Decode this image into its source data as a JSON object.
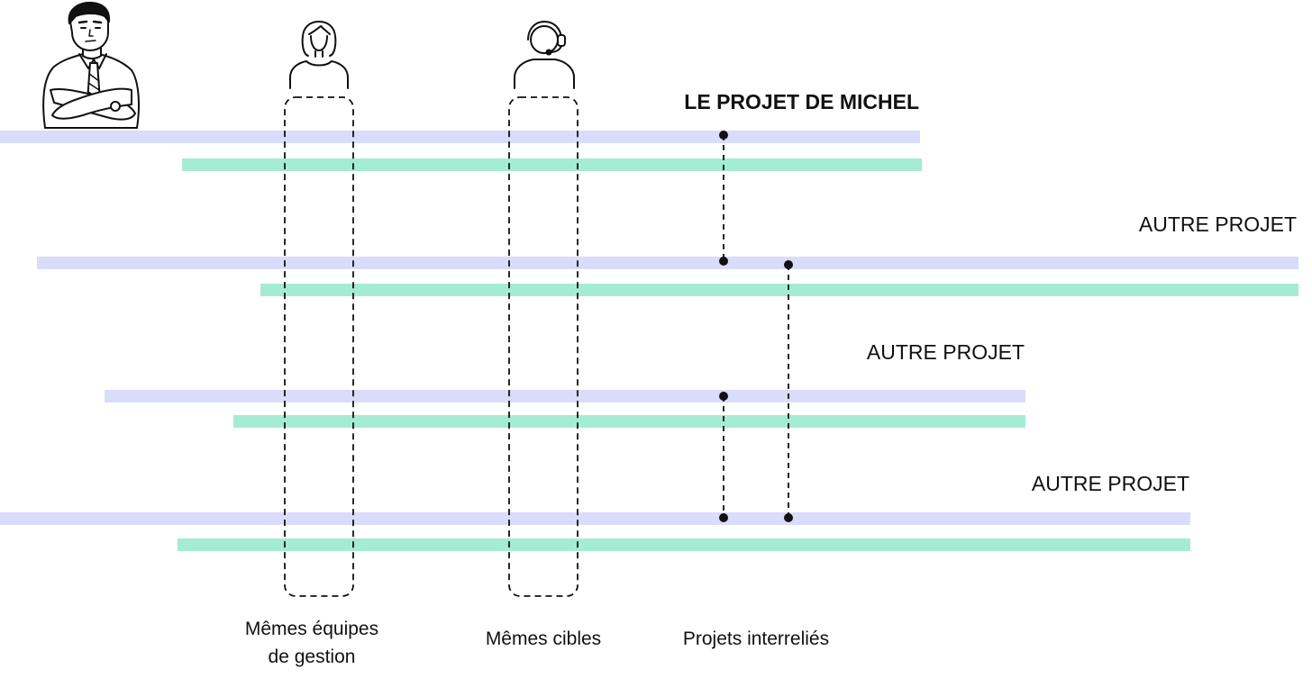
{
  "colors": {
    "lane_top": "#dadcfb",
    "lane_bottom": "#a5ecd5",
    "ink": "#111111"
  },
  "icons": {
    "manager": "manager-figure-icon",
    "team": "woman-avatar-icon",
    "target": "headset-avatar-icon"
  },
  "projects": [
    {
      "title": "LE PROJET DE MICHEL",
      "emphasis": true
    },
    {
      "title": "AUTRE PROJET",
      "emphasis": false
    },
    {
      "title": "AUTRE PROJET",
      "emphasis": false
    },
    {
      "title": "AUTRE PROJET",
      "emphasis": false
    }
  ],
  "captions": {
    "teams_line1": "Mêmes équipes",
    "teams_line2": "de gestion",
    "targets": "Mêmes cibles",
    "linked": "Projets interreliés"
  }
}
